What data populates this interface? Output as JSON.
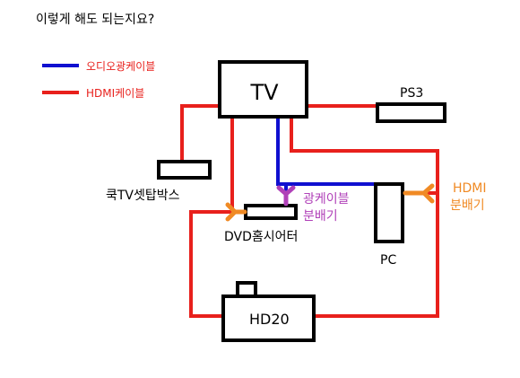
{
  "question": "이렇게 해도 되는지요?",
  "legend": {
    "audio_label": "오디오광케이블",
    "hdmi_label": "HDMI케이블"
  },
  "devices": {
    "tv": "TV",
    "ps3": "PS3",
    "settop": "쿡TV셋탑박스",
    "dvd": "DVD홈시어터",
    "pc": "PC",
    "hd20": "HD20"
  },
  "splitters": {
    "optical_line1": "광케이블",
    "optical_line2": "분배기",
    "hdmi_line1": "HDMI",
    "hdmi_line2": "분배기"
  },
  "colors": {
    "audio_cable": "#1010d0",
    "hdmi_cable": "#e8201c",
    "optical_splitter": "#b040b8",
    "hdmi_splitter": "#f08a24",
    "ink": "#000000"
  }
}
